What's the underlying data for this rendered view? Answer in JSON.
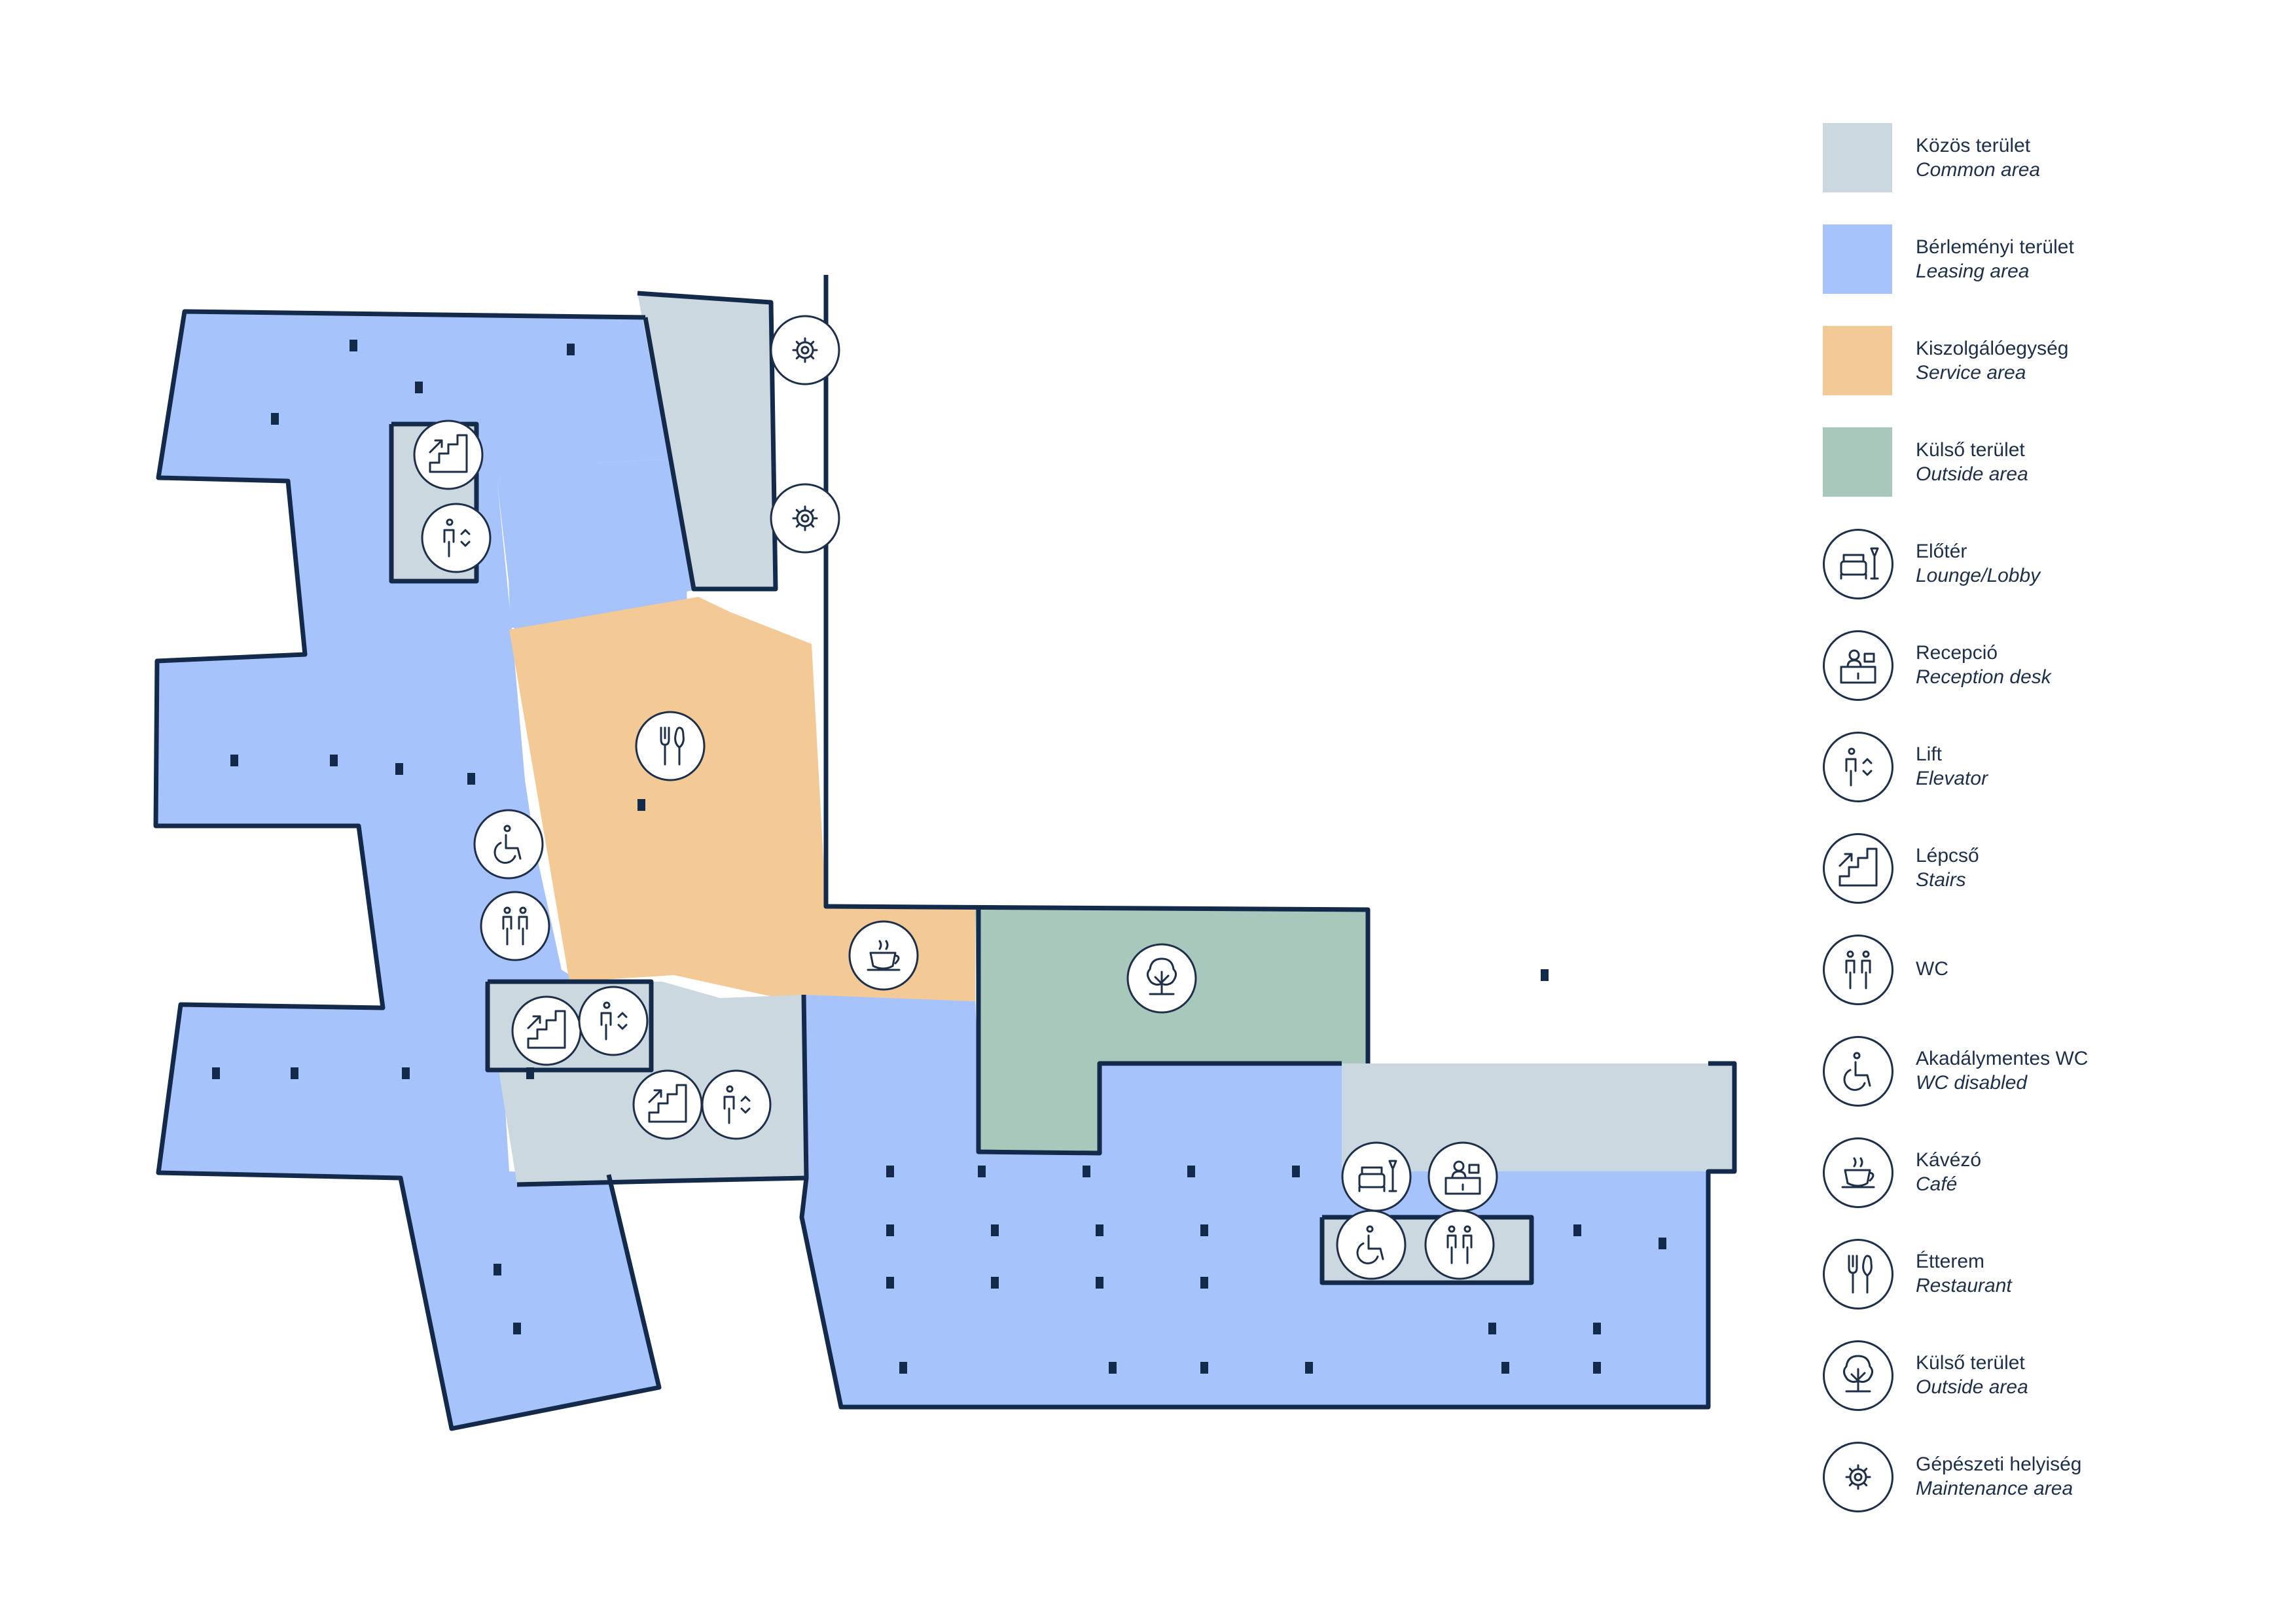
{
  "colors": {
    "common_area": "#ccd8df",
    "leasing_area": "#a6c3fb",
    "service_area": "#f3c995",
    "outside_area": "#a8c8bc",
    "wall": "#142a4a",
    "text": "#1e2f4a"
  },
  "legend": {
    "items": [
      {
        "hu": "Közös terület",
        "en": "Common area",
        "swatch": "common_area"
      },
      {
        "hu": "Bérleményi terület",
        "en": "Leasing area",
        "swatch": "leasing_area"
      },
      {
        "hu": "Kiszolgálóegység",
        "en": "Service area",
        "swatch": "service_area"
      },
      {
        "hu": "Külső terület",
        "en": "Outside area",
        "swatch": "outside_area"
      },
      {
        "hu": "Előtér",
        "en": "Lounge/Lobby",
        "icon": "lounge-icon"
      },
      {
        "hu": "Recepció",
        "en": "Reception desk",
        "icon": "reception-icon"
      },
      {
        "hu": "Lift",
        "en": "Elevator",
        "icon": "elevator-icon"
      },
      {
        "hu": "Lépcső",
        "en": "Stairs",
        "icon": "stairs-icon"
      },
      {
        "hu": "WC",
        "en": "",
        "icon": "wc-icon"
      },
      {
        "hu": "Akadálymentes WC",
        "en": "WC disabled",
        "icon": "wheelchair-icon"
      },
      {
        "hu": "Kávézó",
        "en": "Café",
        "icon": "coffee-cup-icon"
      },
      {
        "hu": "Étterem",
        "en": "Restaurant",
        "icon": "fork-knife-icon"
      },
      {
        "hu": "Külső terület",
        "en": "Outside area",
        "icon": "tree-icon"
      },
      {
        "hu": "Gépészeti helyiség",
        "en": "Maintenance area",
        "icon": "gear-icon"
      }
    ]
  },
  "map": {
    "markers": [
      "gear-icon",
      "gear-icon",
      "fork-knife-icon",
      "wheelchair-icon",
      "wc-icon",
      "coffee-cup-icon",
      "tree-icon",
      "stairs-icon",
      "elevator-icon",
      "stairs-icon",
      "elevator-icon",
      "lounge-icon",
      "reception-icon",
      "wheelchair-icon",
      "wc-icon",
      "stairs-icon",
      "elevator-icon"
    ]
  }
}
